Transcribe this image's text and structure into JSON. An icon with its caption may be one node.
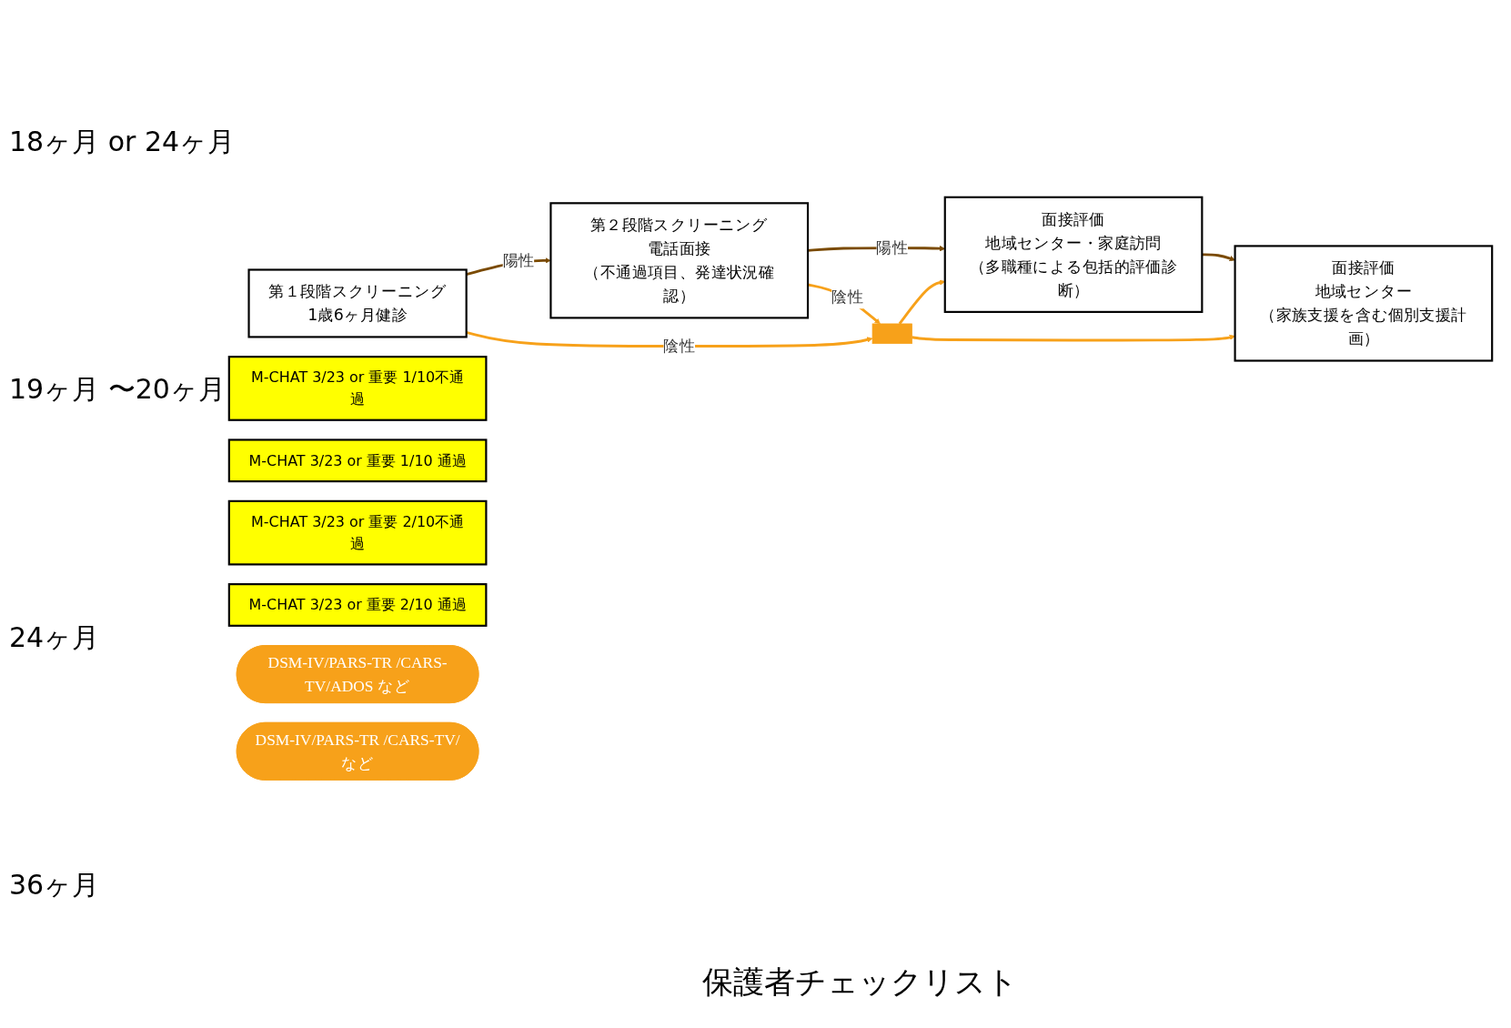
{
  "diagram": {
    "nodes": [
      {
        "text": [
          "第１段階スクリーニング",
          "1歳6ヶ月健診"
        ]
      },
      {
        "text": [
          "第２段階スクリーニング",
          "電話面接",
          "（不通過項目、発達状況確認）"
        ]
      },
      {
        "text": [
          "面接評価",
          "地域センター・家庭訪問",
          "（多職種による包括的評価診断）"
        ]
      },
      {
        "text": [
          "面接評価",
          "地域センター",
          "（家族支援を含む個別支援計画）"
        ]
      },
      {
        "text": [
          "M-CHAT 3/23 or 重要 1/10不通過"
        ]
      },
      {
        "text": [
          "M-CHAT 3/23 or 重要 1/10 通過"
        ]
      },
      {
        "text": [
          "M-CHAT 3/23 or 重要 2/10不通過"
        ]
      },
      {
        "text": [
          "M-CHAT 3/23 or 重要 2/10 通過"
        ]
      },
      {
        "text": [
          "DSM-IV/PARS-TR /CARS-TV/ADOS など"
        ]
      },
      {
        "text": [
          "DSM-IV/PARS-TR /CARS-TV/など"
        ]
      },
      {
        "text": [],
        "shape": "bar"
      }
    ],
    "edges": [
      {
        "from": 0,
        "to": 1,
        "arrow": "to",
        "label": "陽性",
        "color": "#7a4a00"
      },
      {
        "from": 1,
        "to": 2,
        "arrow": "to",
        "label": "陽性",
        "color": "#7a4a00"
      },
      {
        "from": 2,
        "to": 3,
        "arrow": "to",
        "color": "#7a4a00"
      },
      {
        "from": 0,
        "to": 10,
        "arrow": "to",
        "label": "陰性"
      },
      {
        "from": 1,
        "to": 10,
        "arrow": "to",
        "label": "陰性"
      },
      {
        "from": 10,
        "to": 2,
        "arrow": "to"
      },
      {
        "from": 10,
        "to": 3,
        "arrow": "to"
      }
    ],
    "labels": [
      "18ヶ月 or 24ヶ月",
      "19ヶ月 〜20ヶ月",
      "24ヶ月",
      "36ヶ月",
      "保護者チェックリスト"
    ]
  }
}
